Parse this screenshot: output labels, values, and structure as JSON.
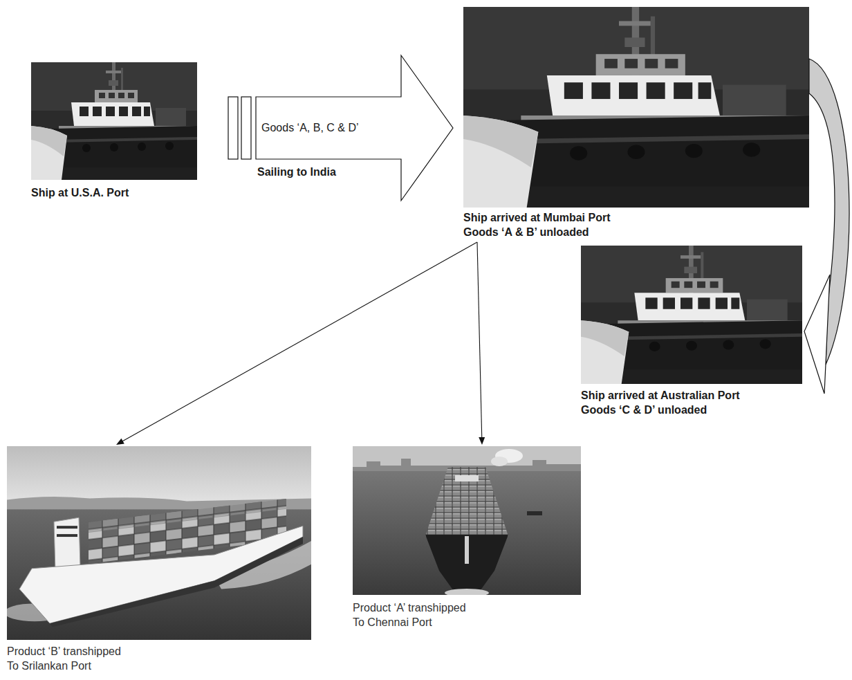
{
  "diagram": {
    "nodes": [
      {
        "text": [
          "Ship at U.S.A. Port"
        ]
      },
      {
        "text": [
          "Ship arrived at Mumbai Port",
          "Goods ‘A & B’ unloaded"
        ]
      },
      {
        "text": [
          "Ship arrived at Australian Port",
          "Goods ‘C & D’ unloaded"
        ]
      },
      {
        "text": [
          "Product ‘B’ transhipped To Srilankan Port"
        ]
      },
      {
        "text": [
          "Product ‘A’ transhipped To Chennai Port"
        ]
      }
    ],
    "edges": [
      {
        "from": 0,
        "to": 1,
        "label": "Goods ‘A, B, C & D’",
        "arrow": "to"
      },
      {
        "from": 1,
        "to": 2,
        "arrow": "to"
      },
      {
        "from": 1,
        "to": 3,
        "arrow": "to"
      },
      {
        "from": 1,
        "to": 4,
        "arrow": "to"
      }
    ],
    "labels": [
      "Sailing to India"
    ]
  }
}
